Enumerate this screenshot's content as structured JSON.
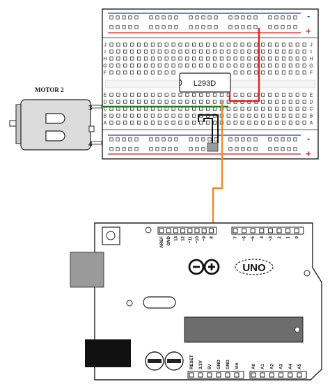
{
  "motor": {
    "title": "MOTOR 2",
    "pin_top": "3",
    "pin_bottom": "4"
  },
  "chip": {
    "label": "L293D"
  },
  "breadboard": {
    "row_letters_top": [
      "J",
      "I",
      "H",
      "G",
      "F"
    ],
    "row_letters_bottom": [
      "E",
      "D",
      "C",
      "B",
      "A"
    ],
    "rail_minus": "-",
    "rail_plus": "+"
  },
  "arduino": {
    "board_name": "UNO",
    "header_top_left": [
      "AREF",
      "GND",
      "13",
      "12",
      "~11",
      "~10",
      "~9",
      "8"
    ],
    "header_top_right": [
      "7",
      "~6",
      "~5",
      "4",
      "~3",
      "2",
      "1",
      "0"
    ],
    "header_bottom_power": [
      "RESET",
      "3.3V",
      "5V",
      "GND",
      "GND",
      "Vin"
    ],
    "header_bottom_analog": [
      "A0",
      "A1",
      "A2",
      "A3",
      "A4",
      "A5"
    ]
  },
  "colors": {
    "wire_red": "#e0241b",
    "wire_green": "#1a7a1a",
    "wire_orange": "#f08a24",
    "wire_black": "#111111",
    "rail_red": "#d81e1e",
    "rail_blue": "#1e3fb8",
    "hole": "#2a2a2a",
    "motor_body": "#dcdcdc",
    "usb_gray": "#9a9a9a",
    "chip_dark": "#6d6d6d"
  }
}
